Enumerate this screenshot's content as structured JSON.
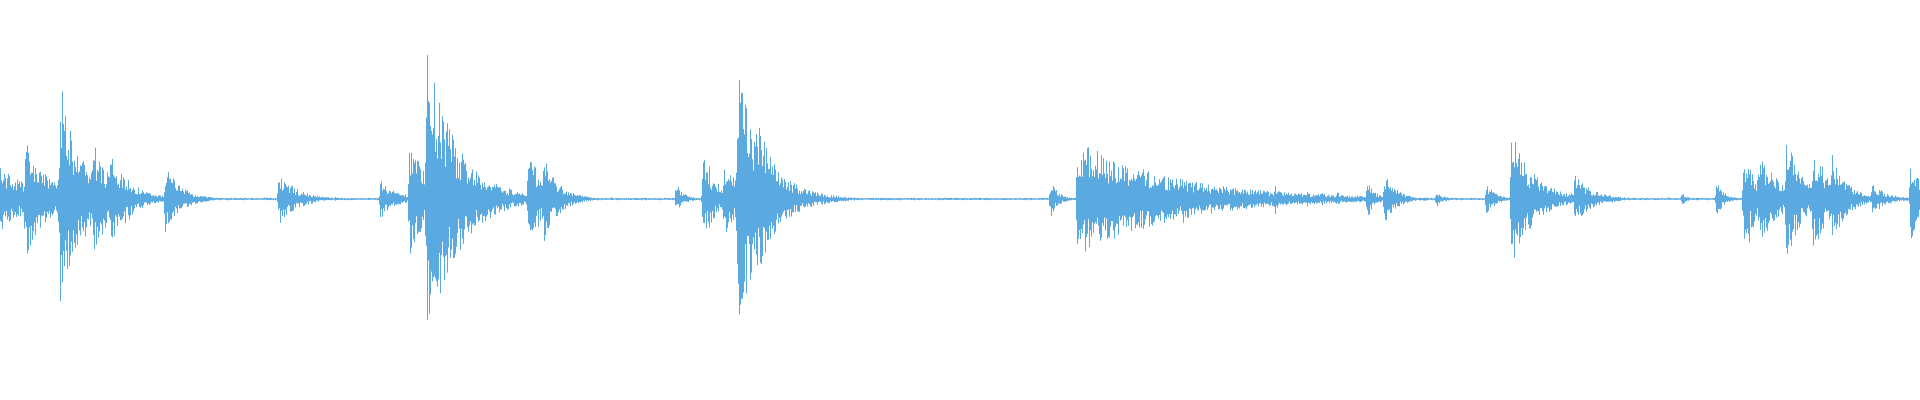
{
  "waveform": {
    "color": "#5aa9e0",
    "background": "#ffffff",
    "baseline_amplitude": 0.006,
    "events": [
      {
        "t": 0.0,
        "peak": 0.16,
        "decay": 0.02
      },
      {
        "t": 0.013,
        "peak": 0.3,
        "decay": 0.012
      },
      {
        "t": 0.031,
        "peak": 0.6,
        "decay": 0.012
      },
      {
        "t": 0.048,
        "peak": 0.3,
        "decay": 0.01
      },
      {
        "t": 0.057,
        "peak": 0.26,
        "decay": 0.01
      },
      {
        "t": 0.064,
        "peak": 0.14,
        "decay": 0.008
      },
      {
        "t": 0.086,
        "peak": 0.18,
        "decay": 0.008
      },
      {
        "t": 0.145,
        "peak": 0.13,
        "decay": 0.01
      },
      {
        "t": 0.198,
        "peak": 0.1,
        "decay": 0.008
      },
      {
        "t": 0.213,
        "peak": 0.3,
        "decay": 0.01
      },
      {
        "t": 0.222,
        "peak": 0.76,
        "decay": 0.016
      },
      {
        "t": 0.232,
        "peak": 0.34,
        "decay": 0.012
      },
      {
        "t": 0.25,
        "peak": 0.12,
        "decay": 0.01
      },
      {
        "t": 0.275,
        "peak": 0.24,
        "decay": 0.01
      },
      {
        "t": 0.283,
        "peak": 0.22,
        "decay": 0.008
      },
      {
        "t": 0.352,
        "peak": 0.08,
        "decay": 0.004
      },
      {
        "t": 0.366,
        "peak": 0.22,
        "decay": 0.008
      },
      {
        "t": 0.377,
        "peak": 0.2,
        "decay": 0.008
      },
      {
        "t": 0.384,
        "peak": 0.66,
        "decay": 0.014
      },
      {
        "t": 0.394,
        "peak": 0.44,
        "decay": 0.01
      },
      {
        "t": 0.547,
        "peak": 0.1,
        "decay": 0.004
      },
      {
        "t": 0.561,
        "peak": 0.3,
        "decay": 0.05
      },
      {
        "t": 0.664,
        "peak": 0.08,
        "decay": 0.003
      },
      {
        "t": 0.688,
        "peak": 0.04,
        "decay": 0.004
      },
      {
        "t": 0.696,
        "peak": 0.04,
        "decay": 0.004
      },
      {
        "t": 0.712,
        "peak": 0.1,
        "decay": 0.004
      },
      {
        "t": 0.721,
        "peak": 0.14,
        "decay": 0.006
      },
      {
        "t": 0.748,
        "peak": 0.04,
        "decay": 0.004
      },
      {
        "t": 0.774,
        "peak": 0.08,
        "decay": 0.005
      },
      {
        "t": 0.787,
        "peak": 0.34,
        "decay": 0.012
      },
      {
        "t": 0.82,
        "peak": 0.12,
        "decay": 0.01
      },
      {
        "t": 0.876,
        "peak": 0.03,
        "decay": 0.003
      },
      {
        "t": 0.894,
        "peak": 0.09,
        "decay": 0.004
      },
      {
        "t": 0.908,
        "peak": 0.24,
        "decay": 0.008
      },
      {
        "t": 0.916,
        "peak": 0.26,
        "decay": 0.01
      },
      {
        "t": 0.93,
        "peak": 0.34,
        "decay": 0.008
      },
      {
        "t": 0.944,
        "peak": 0.3,
        "decay": 0.008
      },
      {
        "t": 0.954,
        "peak": 0.24,
        "decay": 0.008
      },
      {
        "t": 0.975,
        "peak": 0.08,
        "decay": 0.008
      },
      {
        "t": 0.995,
        "peak": 0.22,
        "decay": 0.006
      }
    ]
  }
}
